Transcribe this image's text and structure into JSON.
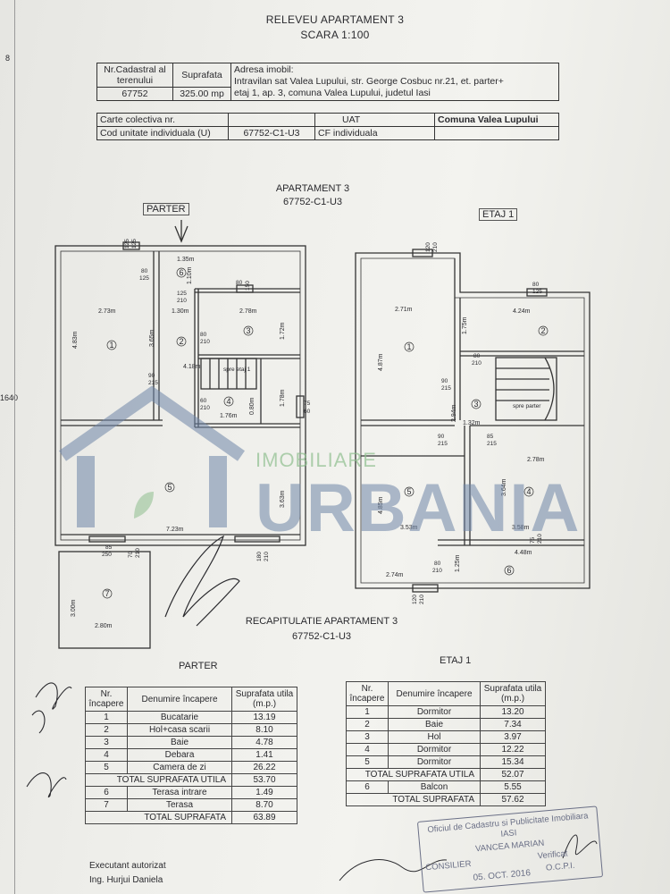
{
  "header": {
    "title": "RELEVEU APARTAMENT 3",
    "scale": "SCARA 1:100"
  },
  "info_table": {
    "nr_cadastral_label": "Nr.Cadastral al terenului",
    "suprafata_label": "Suprafata",
    "adresa_label": "Adresa imobil:",
    "nr_cadastral": "67752",
    "suprafata": "325.00 mp",
    "adresa_1": "Intravilan sat Valea Lupului, str. George Cosbuc nr.21, et. parter+",
    "adresa_2": "etaj 1, ap. 3, comuna Valea Lupului, judetul Iasi",
    "carte_label": "Carte colectiva nr.",
    "uat_label": "UAT",
    "uat_value": "Comuna Valea Lupului",
    "cod_label": "Cod unitate individuala (U)",
    "cod_value": "67752-C1-U3",
    "cf_label": "CF individuala"
  },
  "plan": {
    "title": "APARTAMENT 3",
    "code": "67752-C1-U3",
    "parter_label": "PARTER",
    "etaj_label": "ETAJ 1",
    "parter_dims": [
      "2.73m",
      "1.30m",
      "2.78m",
      "1.35m",
      "1.10m",
      "4.83m",
      "3.65m",
      "1.72m",
      "4.18m",
      "1.76m",
      "0.80m",
      "1.78m",
      "3.63m",
      "7.23m",
      "3.00m",
      "2.80m"
    ],
    "parter_openings": [
      "125",
      "125",
      "80",
      "125",
      "125",
      "210",
      "80",
      "150",
      "80",
      "210",
      "90",
      "215",
      "60",
      "210",
      "75",
      "60",
      "85",
      "250",
      "70",
      "210",
      "180",
      "210"
    ],
    "etaj_dims": [
      "2.71m",
      "4.24m",
      "4.87m",
      "1.75m",
      "2.94m",
      "1.32m",
      "2.78m",
      "4.85m",
      "3.64m",
      "3.53m",
      "3.58m",
      "4.48m",
      "2.74m",
      "1.25m"
    ],
    "etaj_openings": [
      "120",
      "210",
      "80",
      "125",
      "80",
      "210",
      "90",
      "215",
      "90",
      "215",
      "85",
      "215",
      "75",
      "210",
      "80",
      "210",
      "120",
      "210"
    ],
    "stairs_parter": "spre etaj 1",
    "stairs_etaj": "spre parter",
    "room_numbers": [
      "1",
      "2",
      "3",
      "4",
      "5",
      "6",
      "7"
    ]
  },
  "recap": {
    "title": "RECAPITULATIE APARTAMENT 3",
    "code": "67752-C1-U3"
  },
  "parter_table": {
    "title": "PARTER",
    "headers": [
      "Nr. încapere",
      "Denumire încapere",
      "Suprafata utila (m.p.)"
    ],
    "rows": [
      {
        "nr": "1",
        "name": "Bucatarie",
        "area": "13.19"
      },
      {
        "nr": "2",
        "name": "Hol+casa scarii",
        "area": "8.10"
      },
      {
        "nr": "3",
        "name": "Baie",
        "area": "4.78"
      },
      {
        "nr": "4",
        "name": "Debara",
        "area": "1.41"
      },
      {
        "nr": "5",
        "name": "Camera de zi",
        "area": "26.22"
      }
    ],
    "total_utila_label": "TOTAL SUPRAFATA UTILA",
    "total_utila": "53.70",
    "rows2": [
      {
        "nr": "6",
        "name": "Terasa intrare",
        "area": "1.49"
      },
      {
        "nr": "7",
        "name": "Terasa",
        "area": "8.70"
      }
    ],
    "total_label": "TOTAL SUPRAFATA",
    "total": "63.89"
  },
  "etaj_table": {
    "title": "ETAJ 1",
    "headers": [
      "Nr. încapere",
      "Denumire încapere",
      "Suprafata utila (m.p.)"
    ],
    "rows": [
      {
        "nr": "1",
        "name": "Dormitor",
        "area": "13.20"
      },
      {
        "nr": "2",
        "name": "Baie",
        "area": "7.34"
      },
      {
        "nr": "3",
        "name": "Hol",
        "area": "3.97"
      },
      {
        "nr": "4",
        "name": "Dormitor",
        "area": "12.22"
      },
      {
        "nr": "5",
        "name": "Dormitor",
        "area": "15.34"
      }
    ],
    "total_utila_label": "TOTAL SUPRAFATA UTILA",
    "total_utila": "52.07",
    "rows2": [
      {
        "nr": "6",
        "name": "Balcon",
        "area": "5.55"
      }
    ],
    "total_label": "TOTAL SUPRAFATA",
    "total": "57.62"
  },
  "footer": {
    "executant": "Executant autorizat",
    "name": "Ing. Hurjui Daniela",
    "stamp_1": "Oficiul de Cadastru si Publicitate Imobiliara",
    "stamp_2": "IASI",
    "stamp_3": "VANCEA MARIAN",
    "stamp_consilier": "CONSILIER",
    "stamp_date": "05. OCT. 2016",
    "stamp_verificat": "Verificat",
    "stamp_ocpi": "O.C.P.I."
  },
  "margin": {
    "mark_top": "8",
    "mark_side": "1640"
  },
  "watermark": {
    "line1": "IMOBILIARE",
    "line2": "URBANIA"
  },
  "colors": {
    "ink": "#2a2a2e",
    "watermark": "#6f86a8",
    "watermark_green": "#8fbf8f",
    "stamp": "#6a6f86"
  }
}
